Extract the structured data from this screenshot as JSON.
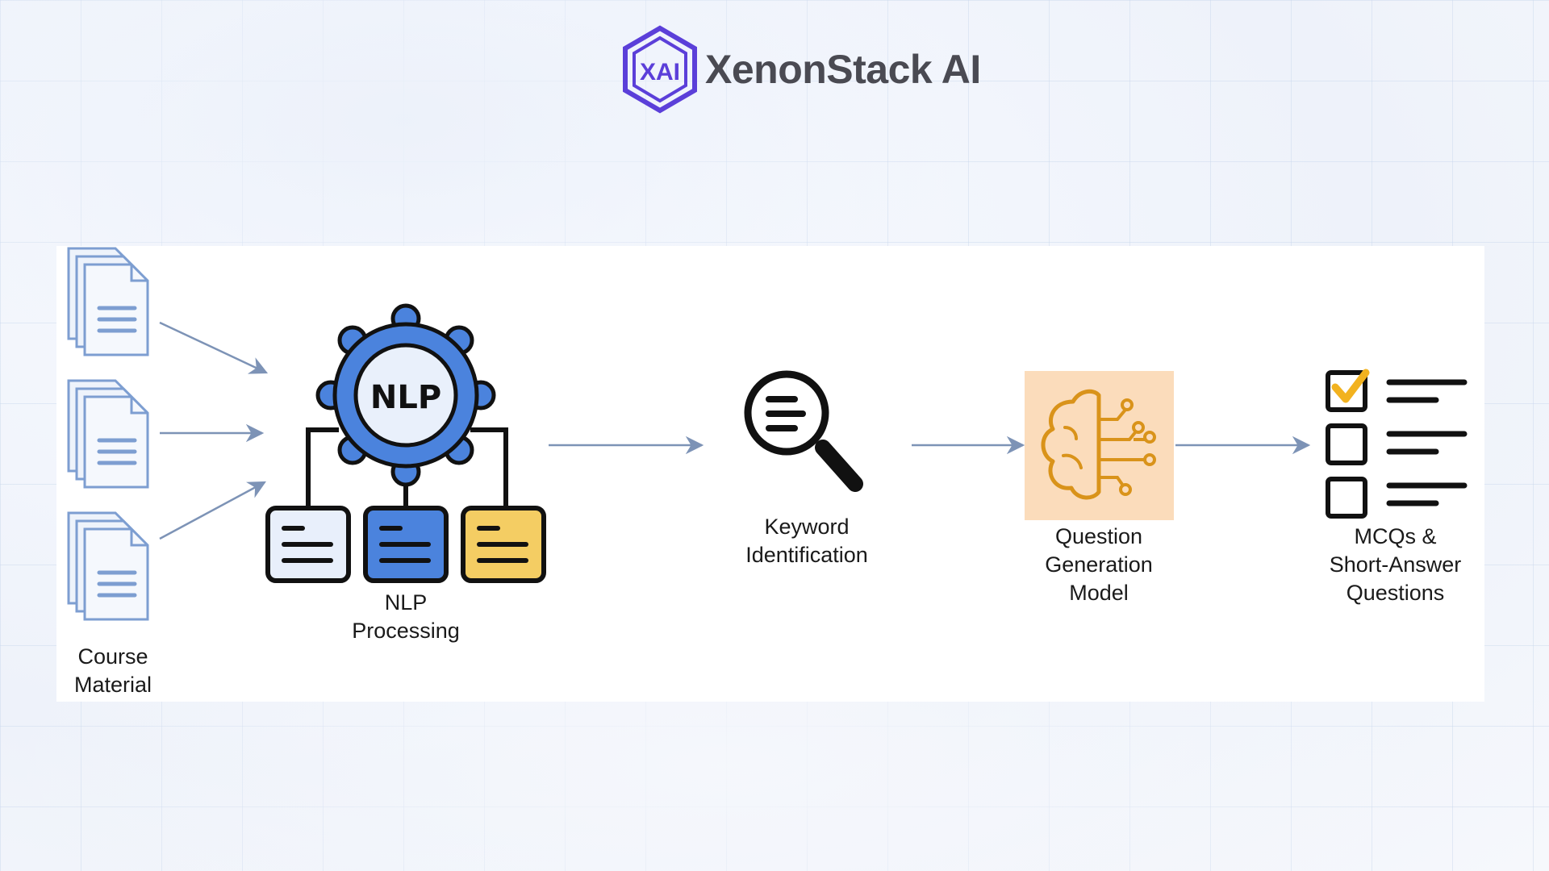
{
  "brand": {
    "name": "XenonStack AI",
    "logo_text": "XAI",
    "logo_color": "#5b3fd9"
  },
  "diagram": {
    "nodes": [
      {
        "id": "course-material",
        "label": "Course\nMaterial",
        "icon": "document-stack-icon"
      },
      {
        "id": "nlp-processing",
        "label": "NLP\nProcessing",
        "icon": "nlp-gear-icon",
        "icon_text": "NLP"
      },
      {
        "id": "keyword-identification",
        "label": "Keyword\nIdentification",
        "icon": "magnifier-icon"
      },
      {
        "id": "question-generation-model",
        "label": "Question\nGeneration\nModel",
        "icon": "ai-brain-icon"
      },
      {
        "id": "mcq-output",
        "label": "MCQs &\nShort-Answer\nQuestions",
        "icon": "checklist-icon"
      }
    ],
    "colors": {
      "document": "#7d9ed1",
      "gear": "#4b83dd",
      "arrow": "#7d93b6",
      "card_light": "#e8effb",
      "card_blue": "#4b83dd",
      "card_yellow": "#f4cd63",
      "ai_box": "#fbdcbb",
      "ai_lines": "#d9931a",
      "checkmark": "#f2b21f"
    }
  }
}
